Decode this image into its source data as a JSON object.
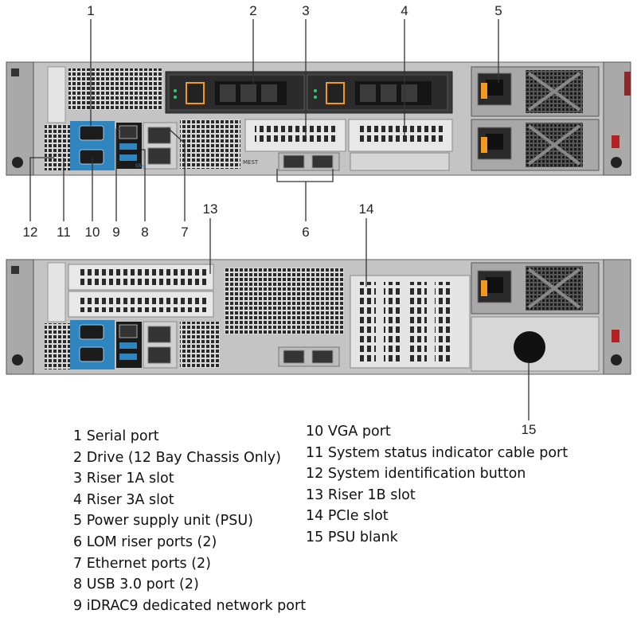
{
  "callouts": {
    "c1": "1",
    "c2": "2",
    "c3": "3",
    "c4": "4",
    "c5": "5",
    "c6": "6",
    "c7": "7",
    "c8": "8",
    "c9": "9",
    "c10": "10",
    "c11": "11",
    "c12": "12",
    "c13": "13",
    "c14": "14",
    "c15": "15"
  },
  "legend": {
    "left": [
      "1 Serial port",
      "2 Drive (12 Bay Chassis Only)",
      "3 Riser 1A slot",
      "4 Riser 3A slot",
      "5 Power supply unit (PSU)",
      "6 LOM riser ports (2)",
      "7 Ethernet ports (2)",
      "8 USB 3.0 port (2)",
      "9 iDRAC9 dedicated network port"
    ],
    "right": [
      "10 VGA port",
      "11 System status indicator cable port",
      "12 System identification button",
      "13 Riser 1B slot",
      "14 PCIe slot",
      "15 PSU blank"
    ]
  },
  "port_labels": {
    "usb_symbol": "SS←",
    "lom_label": "MEST"
  },
  "colors": {
    "chassis": "#c8c8c8",
    "serial_vga": "#2f86bf",
    "latch_orange": "#f29a1f",
    "drive_led": "#2ecc71"
  }
}
